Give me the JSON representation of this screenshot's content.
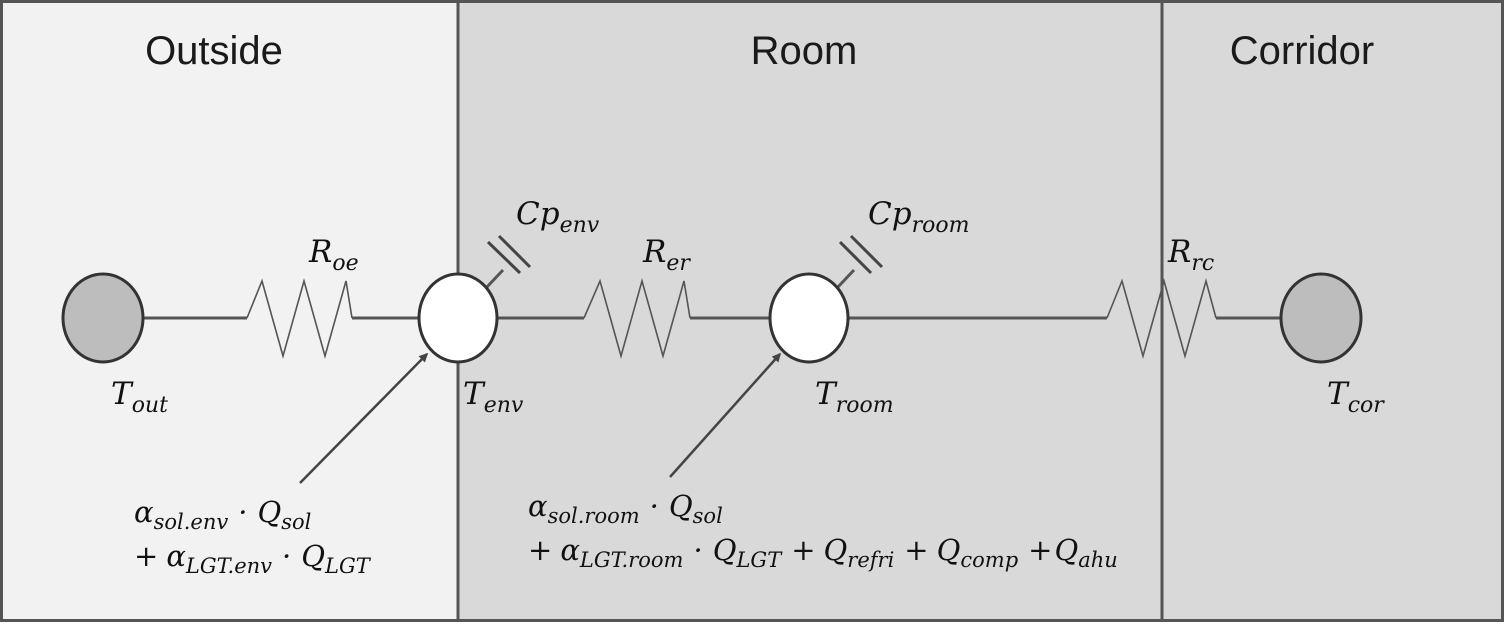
{
  "zones": {
    "outside": {
      "title": "Outside",
      "fill": "#f2f2f2"
    },
    "room": {
      "title": "Room",
      "fill": "#d9d9d9"
    },
    "corridor": {
      "title": "Corridor",
      "fill": "#d9d9d9"
    }
  },
  "colors": {
    "border": "#555555",
    "divider": "#555555",
    "node_fixed": "#bdbdbd",
    "node_state": "#ffffff"
  },
  "nodes": {
    "t_out": {
      "symbol": "T",
      "subscript": "out"
    },
    "t_env": {
      "symbol": "T",
      "subscript": "env"
    },
    "t_room": {
      "symbol": "T",
      "subscript": "room"
    },
    "t_cor": {
      "symbol": "T",
      "subscript": "cor"
    }
  },
  "resistors": {
    "r_oe": {
      "symbol": "R",
      "subscript": "oe"
    },
    "r_er": {
      "symbol": "R",
      "subscript": "er"
    },
    "r_rc": {
      "symbol": "R",
      "subscript": "rc"
    }
  },
  "capacitors": {
    "cp_env": {
      "symbol": "Cp",
      "subscript": "env"
    },
    "cp_room": {
      "symbol": "Cp",
      "subscript": "room"
    }
  },
  "heat_inputs": {
    "env": {
      "line1": {
        "alpha": "α",
        "alpha_sub": "sol.env",
        "dot": "·",
        "q": "Q",
        "q_sub": "sol"
      },
      "line2": {
        "plus": "+",
        "alpha": "α",
        "alpha_sub": "LGT.env",
        "dot": "·",
        "q": "Q",
        "q_sub": "LGT"
      }
    },
    "room": {
      "line1": {
        "alpha": "α",
        "alpha_sub": "sol.room",
        "dot": "·",
        "q": "Q",
        "q_sub": "sol"
      },
      "line2": {
        "plus": "+",
        "alpha": "α",
        "alpha_sub": "LGT.room",
        "dot": "·",
        "q": "Q",
        "q_sub": "LGT",
        "plus2": "+",
        "q2": "Q",
        "q2_sub": "refri",
        "plus3": "+",
        "q3": "Q",
        "q3_sub": "comp",
        "plus4": "+",
        "q4": "Q",
        "q4_sub": "ahu"
      }
    }
  }
}
